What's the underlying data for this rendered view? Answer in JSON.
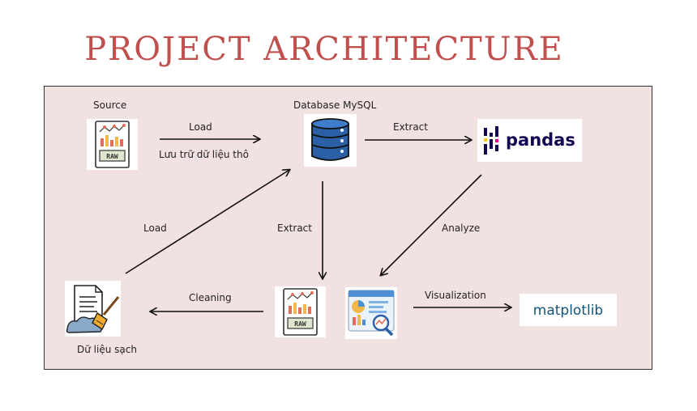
{
  "title": "PROJECT ARCHITECTURE",
  "nodes": {
    "source": {
      "label": "Source",
      "icon": "raw-data-sheet-icon"
    },
    "database": {
      "label": "Database MySQL",
      "icon": "database-icon"
    },
    "pandas": {
      "label": "pandas",
      "icon": "pandas-logo"
    },
    "clean_data": {
      "label": "Dữ liệu sạch",
      "icon": "cleaning-broom-icon"
    },
    "raw_extract": {
      "icon": "raw-data-sheet-icon"
    },
    "analysis": {
      "icon": "analytics-dashboard-icon"
    },
    "matplotlib": {
      "label": "matplotlib",
      "icon": "matplotlib-logo"
    }
  },
  "edges": {
    "load_top": "Load",
    "load_top_sub": "Lưu trữ dữ liệu thô",
    "extract_pandas": "Extract",
    "extract_down": "Extract",
    "analyze": "Analyze",
    "cleaning": "Cleaning",
    "load_left": "Load",
    "visualization": "Visualization"
  },
  "colors": {
    "title": "#c0504d",
    "panel": "#f2e1e1",
    "database": "#2b5fa6",
    "pandas_text": "#130754",
    "pandas_bar_yellow": "#ffca00",
    "pandas_bar_pink": "#e70488",
    "matplotlib_text": "#11557c"
  }
}
